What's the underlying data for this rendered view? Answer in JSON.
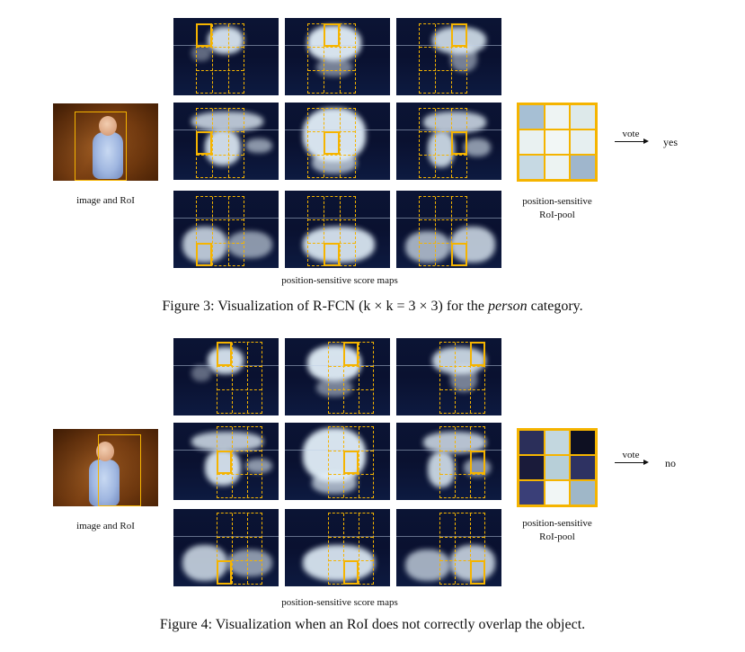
{
  "figures": [
    {
      "id": "fig3",
      "image_label": "image and RoI",
      "score_maps_label": "position-sensitive score maps",
      "pool_label_line1": "position-sensitive",
      "pool_label_line2": "RoI-pool",
      "vote_label": "vote",
      "result": "yes",
      "caption_pre": "Figure 3: Visualization of R-FCN (k × k = 3 × 3) for the ",
      "caption_em": "person",
      "caption_post": " category.",
      "pool_colors": [
        "#a6bfd4",
        "#eef4f3",
        "#dde9ea",
        "#e9f1f1",
        "#f2f7f6",
        "#e6eff0",
        "#c6d9e3",
        "#ecf3f2",
        "#9fb6cc"
      ]
    },
    {
      "id": "fig4",
      "image_label": "image and RoI",
      "score_maps_label": "position-sensitive score maps",
      "pool_label_line1": "position-sensitive",
      "pool_label_line2": "RoI-pool",
      "vote_label": "vote",
      "result": "no",
      "caption_pre": "Figure 4: Visualization when an RoI does not correctly overlap the object.",
      "caption_em": "",
      "caption_post": "",
      "pool_colors": [
        "#2b2f5a",
        "#c3d7df",
        "#0e1022",
        "#1a1b3a",
        "#b7cfd8",
        "#2e3262",
        "#3a3f78",
        "#f1f6f5",
        "#9fb7c8"
      ]
    }
  ]
}
